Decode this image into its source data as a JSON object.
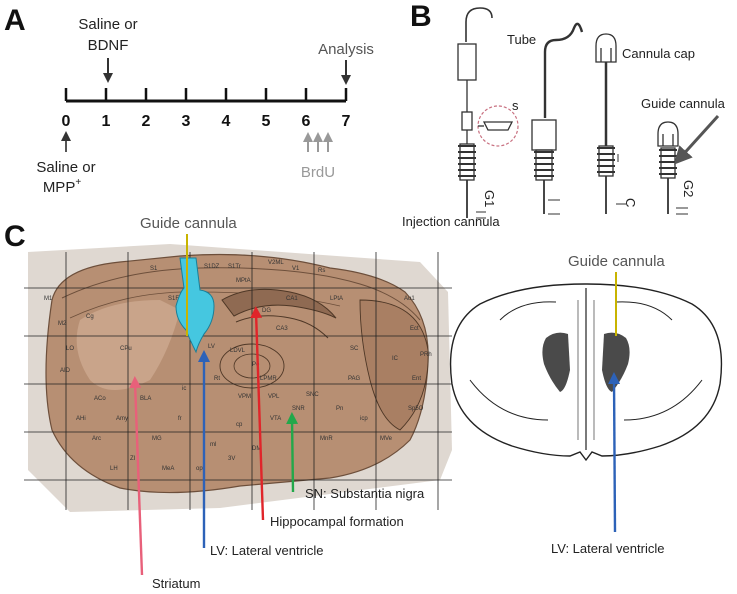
{
  "panels": {
    "a": "A",
    "b": "B",
    "c": "C"
  },
  "timeline": {
    "ticks": [
      "0",
      "1",
      "2",
      "3",
      "4",
      "5",
      "6",
      "7"
    ],
    "top_label_line1": "Saline or",
    "top_label_line2": "BDNF",
    "analysis": "Analysis",
    "bottom_label_line1": "Saline or",
    "bottom_label_line2": "MPP",
    "bottom_label_sup": "+",
    "brdu": "BrdU"
  },
  "apparatus": {
    "tube": "Tube",
    "cannula_cap": "Cannula cap",
    "guide_cannula": "Guide cannula",
    "injection_cannula": "Injection cannula",
    "s": "s",
    "g1": "G1",
    "c": "C",
    "g2": "G2"
  },
  "sagittal": {
    "guide_cannula": "Guide cannula",
    "sn": "SN: Substantia nigra",
    "hippocampal": "Hippocampal formation",
    "lv": "LV: Lateral ventricle",
    "striatum": "Striatum",
    "atlas_labels": [
      "M1",
      "M2",
      "S1",
      "S1FL",
      "S1DZ",
      "S1Tr",
      "V2ML",
      "V1",
      "Rs",
      "MPtA",
      "LPtA",
      "Cg",
      "LO",
      "AID",
      "CPu",
      "LV",
      "DG",
      "CA1",
      "CA3",
      "LDVL",
      "LPMR",
      "Po",
      "VPM",
      "VPL",
      "Rt",
      "ic",
      "SNR",
      "SNC",
      "VTA",
      "cp",
      "ml",
      "Pn",
      "Au1",
      "Ect",
      "PRh",
      "Ent",
      "Sp5O",
      "MVe",
      "icp",
      "MnR",
      "PAG",
      "SC",
      "IC",
      "fr",
      "MG",
      "ZI",
      "LH",
      "Arc",
      "AHi",
      "ACo",
      "Amy",
      "BLA",
      "MeA",
      "opt",
      "3V",
      "DM"
    ]
  },
  "coronal": {
    "guide_cannula": "Guide cannula",
    "lv": "LV: Lateral ventricle"
  },
  "colors": {
    "guide_line": "#c8b400",
    "striatum_arrow": "#e8607a",
    "lv_arrow": "#2d62b8",
    "hippo_arrow": "#e0252a",
    "sn_arrow": "#22a84a",
    "ventricle_fill": "#45c7e0",
    "tissue": "#b78f73"
  }
}
